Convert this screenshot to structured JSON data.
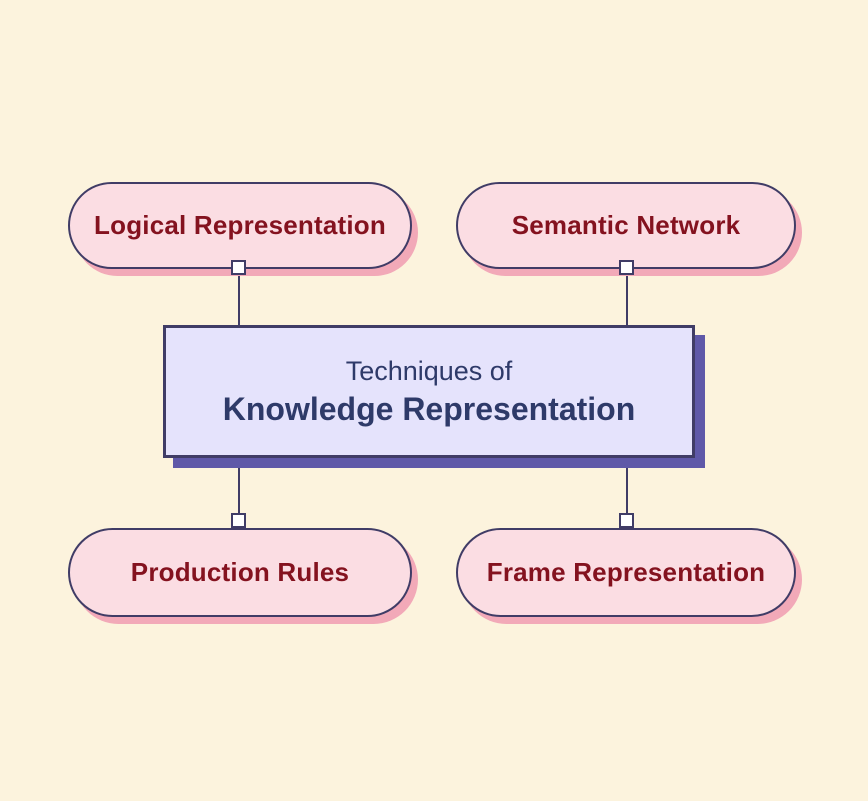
{
  "diagram": {
    "center": {
      "title_line1": "Techniques of",
      "title_line2": "Knowledge Representation"
    },
    "nodes": [
      {
        "id": "logical-representation",
        "label": "Logical Representation",
        "position": "top-left"
      },
      {
        "id": "semantic-network",
        "label": "Semantic Network",
        "position": "top-right"
      },
      {
        "id": "production-rules",
        "label": "Production Rules",
        "position": "bottom-left"
      },
      {
        "id": "frame-representation",
        "label": "Frame Representation",
        "position": "bottom-right"
      }
    ],
    "colors": {
      "background": "#FCF3DD",
      "pill_fill": "#FBDDE3",
      "pill_border": "#403C66",
      "pill_shadow": "#F2A9B8",
      "pill_text": "#84121F",
      "box_fill": "#E5E3FC",
      "box_border": "#403C66",
      "box_shadow": "#5F58A8",
      "box_text": "#2E3A69",
      "connector": "#403C66"
    }
  }
}
